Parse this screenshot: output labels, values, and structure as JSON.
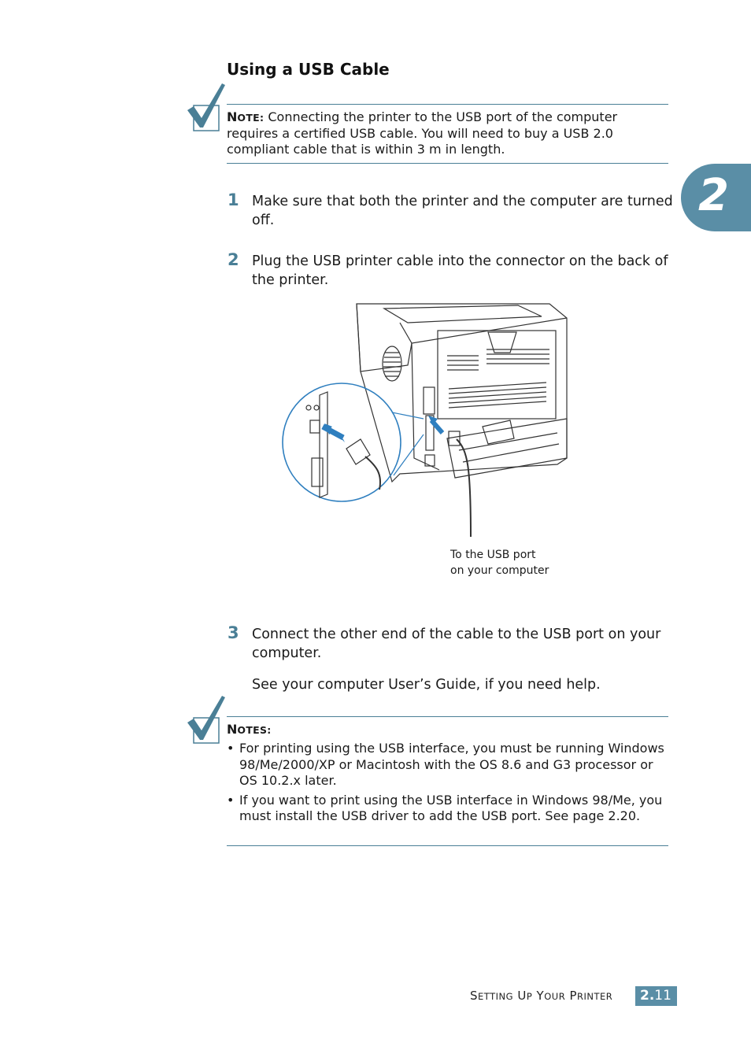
{
  "heading": "Using a USB Cable",
  "note1": {
    "label_first": "N",
    "label_rest": "OTE:",
    "text": " Connecting the printer to the USB port of the computer requires a certified USB cable. You will need to buy a USB 2.0 compliant cable that is within 3 m in length."
  },
  "steps": [
    {
      "num": "1",
      "text": "Make sure that both the printer and the computer are turned off."
    },
    {
      "num": "2",
      "text": "Plug the USB printer cable into the connector on the back of the printer."
    },
    {
      "num": "3",
      "text": "Connect the other end of the cable to the USB port on your computer."
    }
  ],
  "step3_extra": "See your computer User’s Guide, if you need help.",
  "figure": {
    "caption_line1": "To the USB port",
    "caption_line2": "on your computer"
  },
  "note2": {
    "label_first": "N",
    "label_rest": "OTES:",
    "bullet": "•",
    "items": [
      "For printing using the USB interface, you must be running Windows 98/Me/2000/XP or Macintosh with the OS 8.6 and G3 processor or OS 10.2.x later.",
      "If you want to print using the USB interface in Windows 98/Me, you must install the USB driver to add the USB port. See page 2.20."
    ]
  },
  "chapter_tab": "2",
  "footer": {
    "s1": "S",
    "s1_rest": "ETTING",
    "s2": "U",
    "s2_rest": "P",
    "s3": "Y",
    "s3_rest": "OUR",
    "s4": "P",
    "s4_rest": "RINTER",
    "page_chapter": "2.",
    "page_num": "11"
  },
  "colors": {
    "accent": "#5a8ea6",
    "rule": "#4a7f96"
  }
}
